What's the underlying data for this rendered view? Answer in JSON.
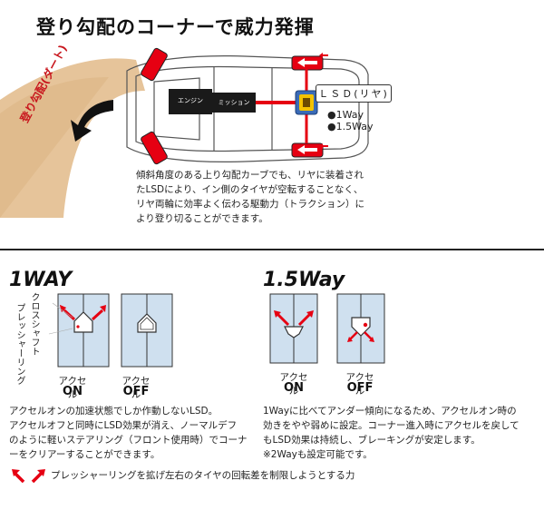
{
  "headline": "登り勾配のコーナーで威力発揮",
  "road_label": "登り勾配(ダート)",
  "car": {
    "engine_label": "エンジン",
    "transmission_label": "ミッション",
    "lsd_label": "ＬＳＤ(リヤ)",
    "lsd_options": [
      "●1Way",
      "●1.5Way"
    ]
  },
  "top_description": [
    "傾斜角度のある上り勾配カーブでも、リヤに装着され",
    "たLSDにより、イン側のタイヤが空転することなく、",
    "リヤ両輪に効率よく伝わる駆動力（トラクション）に",
    "より登り切ることができます。"
  ],
  "one_way": {
    "title": "1WAY",
    "labels": {
      "cross_shaft": "クロスシャフト",
      "pressure_ring": "プレッシャーリング"
    },
    "on": {
      "small": "アクセル",
      "big": "ON"
    },
    "off": {
      "small": "アクセル",
      "big": "OFF"
    },
    "description": [
      "アクセルオンの加速状態でしか作動しないLSD。",
      "アクセルオフと同時にLSD効果が消え、ノーマルデフ",
      "のように軽いステアリング（フロント使用時）でコーナ",
      "ーをクリアーすることができます。"
    ]
  },
  "one_five_way": {
    "title": "1.5Way",
    "on": {
      "small": "アクセル",
      "big": "ON"
    },
    "off": {
      "small": "アクセル",
      "big": "OFF"
    },
    "description": [
      "1Wayに比べてアンダー傾向になるため、アクセルオン時の",
      "効きをやや弱めに設定。コーナー進入時にアクセルを戻して",
      "もLSD効果は持続し、ブレーキングが安定します。",
      "※2Wayも設定可能です。"
    ]
  },
  "legend": "プレッシャーリングを拡げ左右のタイヤの回転差を制限しようとする力",
  "colors": {
    "arrow_red": "#e60012",
    "plate_blue": "#cfe0ef",
    "road_tan": "#e6c49a",
    "lsd_yellow": "#f3c200"
  }
}
